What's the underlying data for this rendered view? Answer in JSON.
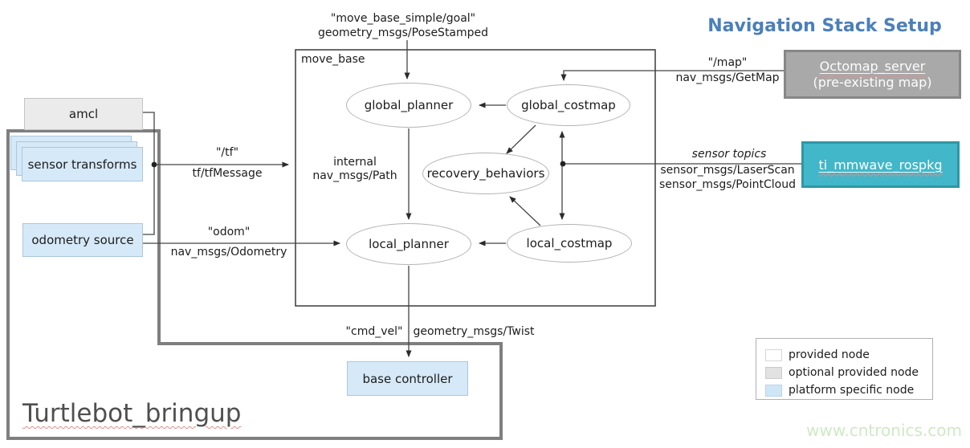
{
  "title": "Navigation Stack Setup",
  "watermark": "www.cntronics.com",
  "containers": {
    "move_base": "move_base",
    "turtlebot_bringup": "Turtlebot_bringup"
  },
  "nodes": {
    "amcl": "amcl",
    "sensor_transforms": "sensor transforms",
    "odometry_source": "odometry source",
    "base_controller": "base controller",
    "octomap_server": "Octomap_server",
    "octomap_server_sub": "(pre-existing  map)",
    "ti_mmwave_rospkg": "ti_mmwave_rospkg",
    "global_planner": "global_planner",
    "global_costmap": "global_costmap",
    "recovery_behaviors": "recovery_behaviors",
    "local_planner": "local_planner",
    "local_costmap": "local_costmap"
  },
  "topics": {
    "goal_topic": "\"move_base_simple/goal\"",
    "goal_type": "geometry_msgs/PoseStamped",
    "map_topic": "\"/map\"",
    "map_type": "nav_msgs/GetMap",
    "tf_topic": "\"/tf\"",
    "tf_type": "tf/tfMessage",
    "odom_topic": "\"odom\"",
    "odom_type": "nav_msgs/Odometry",
    "internal_label": "internal",
    "internal_type": "nav_msgs/Path",
    "sensor_label": "sensor topics",
    "sensor_type1": "sensor_msgs/LaserScan",
    "sensor_type2": "sensor_msgs/PointCloud",
    "cmd_topic": "\"cmd_vel\"",
    "cmd_type": "geometry_msgs/Twist"
  },
  "legend": {
    "items": [
      {
        "label": "provided node",
        "color": "#ffffff"
      },
      {
        "label": "optional provided node",
        "color": "#e2e2e2"
      },
      {
        "label": "platform specific node",
        "color": "#cfe6f7"
      }
    ]
  },
  "colors": {
    "title_blue": "#4b7fba",
    "platform_node_fill": "#d6e9f8",
    "optional_node_fill": "#ebebeb",
    "octomap_fill": "#a9a9a9",
    "ti_mmwave_fill": "#41b7c9",
    "turtlebot_border": "#7f7f7f",
    "line_color": "#444444",
    "watermark_green": "#cfe9c4"
  }
}
